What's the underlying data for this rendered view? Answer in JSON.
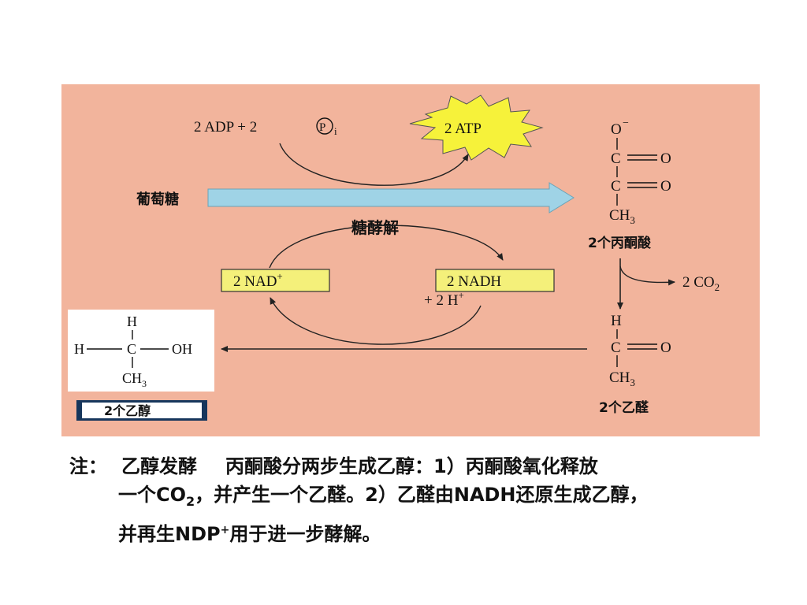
{
  "diagram": {
    "colors": {
      "panel": "#f2b49c",
      "atp_burst": "#f6f23a",
      "arrow_fill": "#9fd3e6",
      "box_fill": "#f4f07a",
      "ink": "#222222",
      "label_box": "#16365c"
    },
    "inputs": {
      "adp": "2 ADP + 2 ",
      "pi_symbol": "P",
      "pi_subscript": "i"
    },
    "atp": "2 ATP",
    "glucose": "葡萄糖",
    "glycolysis": "糖酵解",
    "nad_plus": {
      "text": "2 NAD",
      "sup": "+"
    },
    "nadh": {
      "text": "2 NADH"
    },
    "h_plus": {
      "text": "+ 2 H",
      "sup": "+"
    },
    "pyruvate": {
      "atoms": {
        "o_minus": "O",
        "minus": "−",
        "c1": "C",
        "o1": "O",
        "c2": "C",
        "o2": "O",
        "ch3": "CH",
        "sub3": "3"
      },
      "label": "2个丙酮酸"
    },
    "co2": {
      "text": "2 CO",
      "sub": "2"
    },
    "acetaldehyde": {
      "atoms": {
        "h": "H",
        "c": "C",
        "o": "O",
        "ch3": "CH",
        "sub3": "3"
      },
      "label": "2个乙醛"
    },
    "ethanol": {
      "atoms": {
        "h_top": "H",
        "h_left": "H",
        "c": "C",
        "oh": "OH",
        "ch3": "CH",
        "sub3": "3"
      },
      "label": "2个乙醇"
    }
  },
  "note": {
    "prefix": "注：",
    "title": "乙醇发酵",
    "line1_rest": "丙酮酸分两步生成乙醇：1）丙酮酸氧化释放",
    "line2_a": "一个CO",
    "line2_sub": "2",
    "line2_b": "，并产生一个乙醛。2）乙醛由NADH还原生成乙醇，",
    "line3_a": "并再生NDP",
    "line3_sup": "+",
    "line3_b": "用于进一步酵解。"
  }
}
